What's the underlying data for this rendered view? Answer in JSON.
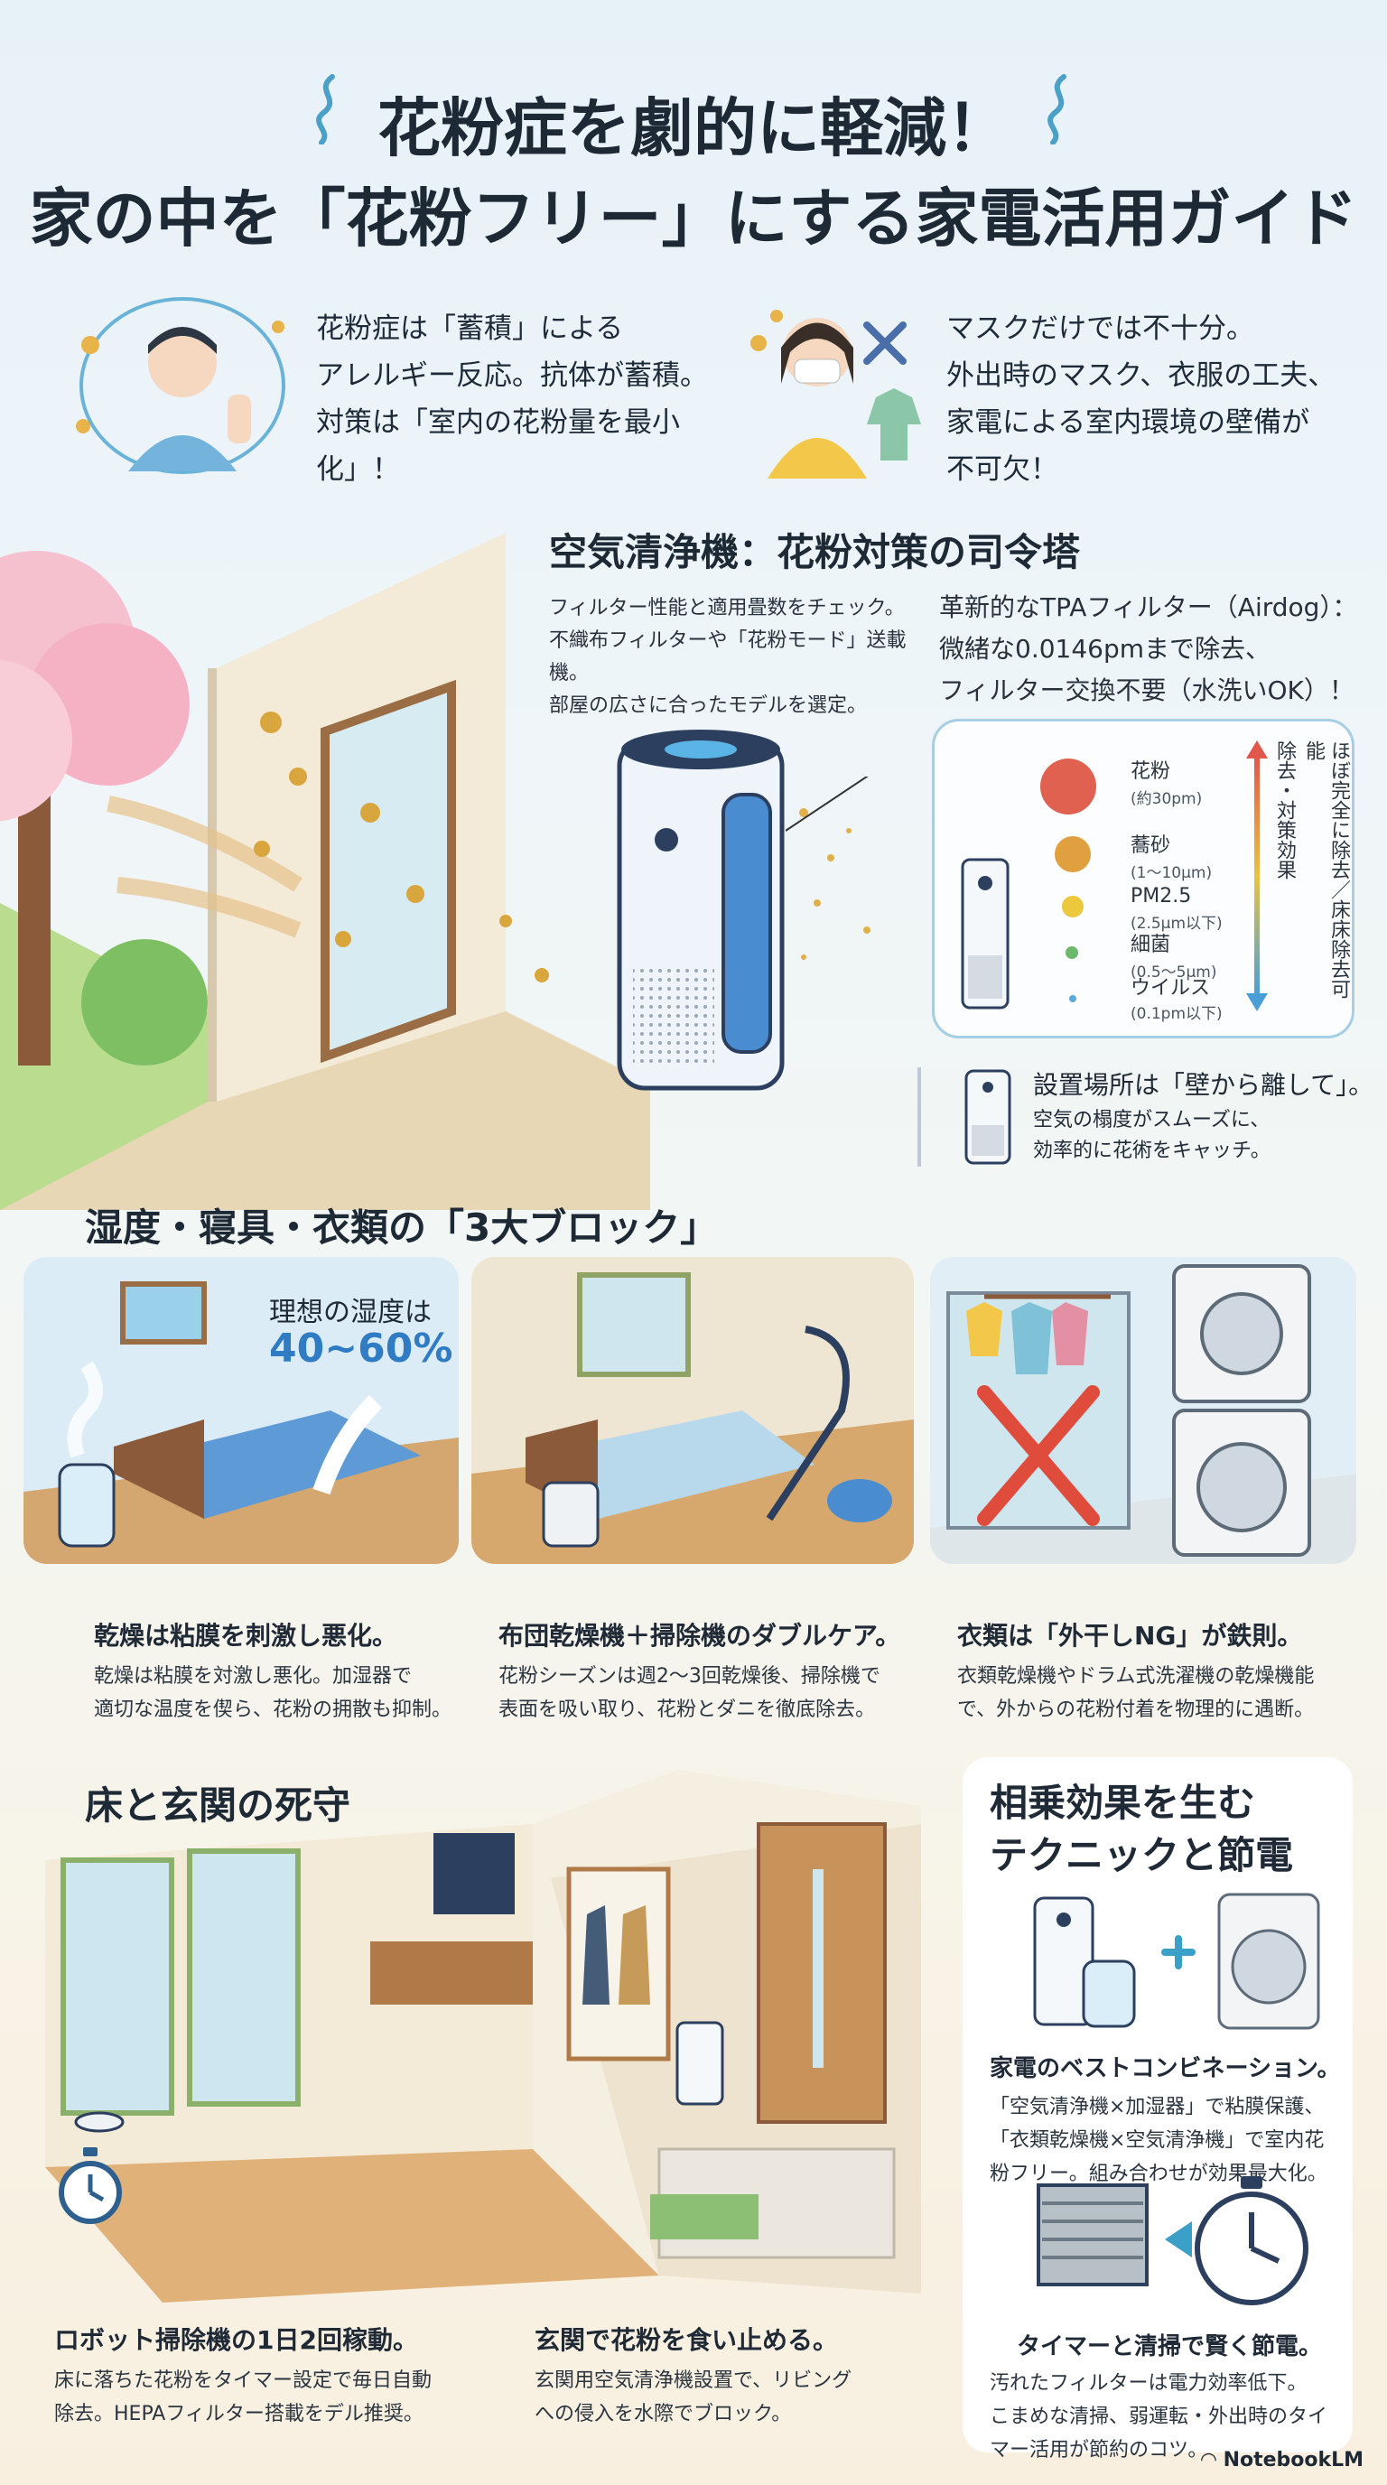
{
  "header": {
    "title_line1": "花粉症を劇的に軽減！",
    "title_line2": "家の中を「花粉フリー」にする家電活用ガイド"
  },
  "intro": {
    "left_lines": [
      "花粉症は「蓄積」による",
      "アレルギー反応。抗体が蓄積。",
      "対策は「室内の花粉量を最小化」！"
    ],
    "right_lines": [
      "マスクだけでは不十分。",
      "外出時のマスク、衣服の工夫、",
      "家電による室内環境の壁備が",
      "不可欠！"
    ]
  },
  "purifier": {
    "heading": "空気清浄機：花粉対策の司令塔",
    "desc_lines": [
      "フィルター性能と適用畳数をチェック。",
      "不織布フィルターや「花粉モード」送載機。",
      "部屋の広さに合ったモデルを選定。"
    ],
    "tpa_lines": [
      "革新的なTPAフィルター（Airdog）：",
      "微緒な0.0146pmまで除去、",
      "フィルター交換不要（水洗いOK）！"
    ],
    "particles": [
      {
        "name": "花粉",
        "size": "(約30pm)",
        "color": "#e0614f"
      },
      {
        "name": "蕎砂",
        "size": "(1〜10μm)",
        "color": "#e0a040"
      },
      {
        "name": "PM2.5",
        "size": "(2.5μm以下)",
        "color": "#ecc83c"
      },
      {
        "name": "細菌",
        "size": "(0.5〜5μm)",
        "color": "#6cb86c"
      },
      {
        "name": "ウイルス",
        "size": "(0.1pm以下)",
        "color": "#5aa9d8"
      }
    ],
    "arrow_text_1": "除去・対策効果",
    "arrow_text_2": "ほぼ完全に除去／床床除去可能",
    "placement_lines": [
      "設置場所は「壁から離して」。",
      "空気の榻度がスムーズに、",
      "効率的に花術をキャッチ。"
    ]
  },
  "three_blocks": {
    "heading": "湿度・寝具・衣類の「3大ブロック」",
    "humidity_label": "理想の湿度は",
    "humidity_value": "40~60%",
    "cards": [
      {
        "title": "乾燥は粘膜を刺激し悪化。",
        "lines": [
          "乾燥は粘膜を対激し悪化。加湿器で",
          "適切な温度を偰ら、花粉の拥散も抑制。"
        ]
      },
      {
        "title": "布団乾燥機＋掃除機のダブルケア。",
        "lines": [
          "花粉シーズンは週2〜3回乾燥後、掃除機で",
          "表面を吸い取り、花粉とダニを徹底除去。"
        ]
      },
      {
        "title": "衣類は「外干しNG」が鉄則。",
        "lines": [
          "衣類乾燥機やドラム式洗濯機の乾燥機能",
          "で、外からの花粉付着を物理的に遇断。"
        ]
      }
    ]
  },
  "floor": {
    "heading": "床と玄関の死守",
    "left_title": "ロボット掃除機の1日2回稼動。",
    "left_lines": [
      "床に落ちた花粉をタイマー設定で毎日自動",
      "除去。HEPAフィルター搭載をデル推奨。"
    ],
    "mid_title": "玄関で花粉を食い止める。",
    "mid_lines": [
      "玄関用空気清浄機設置で、リビング",
      "への侵入を水際でブロック。"
    ]
  },
  "synergy": {
    "heading_line1": "相乗効果を生む",
    "heading_line2": "テクニックと節電",
    "combo_title": "家電のベストコンビネーション。",
    "combo_lines": [
      "「空気清浄機×加湿器」で粘膜保護、",
      "「衣類乾燥機×空気清浄機」で室内花",
      "粉フリー。組み合わせが効果最大化。"
    ],
    "saving_title": "タイマーと清掃で賢く節電。",
    "saving_lines": [
      "汚れたフィルターは電力効率低下。",
      "こまめな清掃、弱運転・外出時のタイ",
      "マー活用が節約のコツ。"
    ]
  },
  "brand": "NotebookLM"
}
